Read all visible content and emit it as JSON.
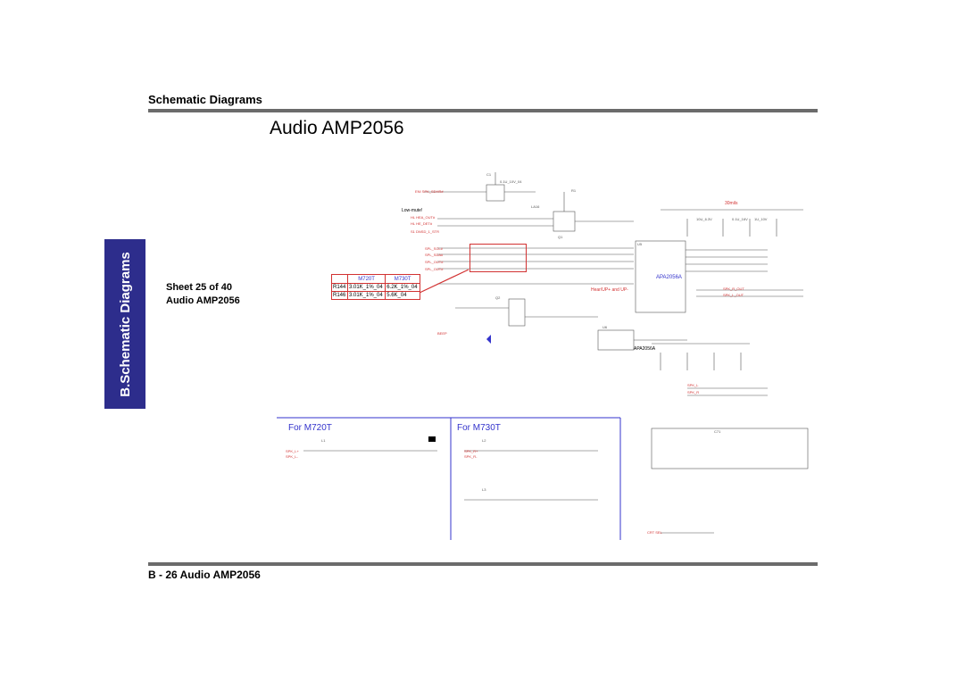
{
  "header": {
    "section": "Schematic  Diagrams",
    "title": "Audio AMP2056"
  },
  "side_tab": {
    "label": "B.Schematic Diagrams"
  },
  "sheet": {
    "line1": "Sheet 25 of 40",
    "line2": "Audio AMP2056"
  },
  "variant_table": {
    "headers": [
      "",
      "M720T",
      "M730T"
    ],
    "rows": [
      [
        "R144",
        "3.01K_1%_04",
        "6.2K_1%_04"
      ],
      [
        "R146",
        "3.01K_1%_04",
        "5.6K_04"
      ]
    ]
  },
  "schematic": {
    "labels": {
      "low_mute": "Low-mute!",
      "chip": "APA2056A",
      "freq": "30mils",
      "input_note": "Hear/UP+ and UP-",
      "part_bottom": "APA2056A"
    },
    "bottom_sections": {
      "left": "For M720T",
      "right": "For M730T"
    }
  },
  "footer": {
    "text": "B - 26  Audio AMP2056"
  },
  "colors": {
    "tab_bg": "#2d2d8c",
    "rule": "#6b6b6b",
    "section_blue": "#3333cc",
    "net_red": "#d23232"
  }
}
